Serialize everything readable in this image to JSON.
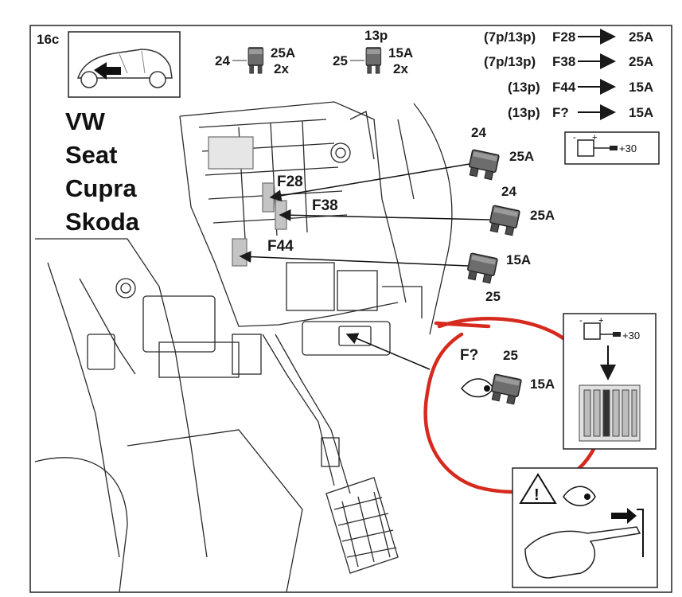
{
  "page_label": "16c",
  "brands": [
    "VW",
    "Seat",
    "Cupra",
    "Skoda"
  ],
  "legend": {
    "fuse_a": {
      "number": "24",
      "rating": "25A",
      "qty": "2x"
    },
    "fuse_b": {
      "header": "13p",
      "number": "25",
      "rating": "15A",
      "qty": "2x"
    }
  },
  "fuse_list": [
    {
      "variant": "(7p/13p)",
      "fuse": "F28",
      "rating": "25A"
    },
    {
      "variant": "(7p/13p)",
      "fuse": "F38",
      "rating": "25A"
    },
    {
      "variant": "(13p)",
      "fuse": "F44",
      "rating": "15A"
    },
    {
      "variant": "(13p)",
      "fuse": "F?",
      "rating": "15A"
    }
  ],
  "battery_label": "+30",
  "callouts": {
    "f28": {
      "label": "F28",
      "number": "24",
      "rating": "25A"
    },
    "f38": {
      "label": "F38",
      "number": "24",
      "rating": "25A"
    },
    "f44": {
      "label": "F44",
      "number": "25",
      "rating": "15A"
    },
    "fq": {
      "label": "F?",
      "number": "25",
      "rating": "15A"
    }
  },
  "colors": {
    "highlight_circle": "#d62a1e",
    "line": "#1a1a1a",
    "fuse_body": "#6d6d6d"
  }
}
